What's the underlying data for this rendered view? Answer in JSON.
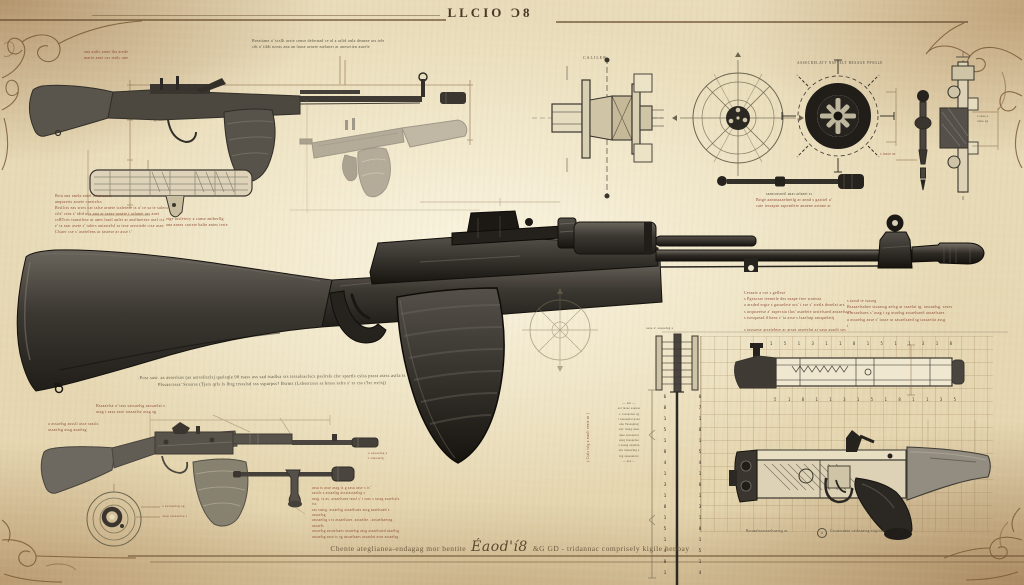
{
  "title": {
    "text": "LLCIO Ɔ8"
  },
  "caption": {
    "left": "Chente ateglianea-endagag mor bentite",
    "script": "Éaod'í8",
    "right": "&G GD - tridannac comprisely kigile henbay"
  },
  "colors": {
    "paper_center": "#f4ecd4",
    "paper_edge": "#b68c5e",
    "ink_dark": "#26231f",
    "sketch_gray": "#6b675c",
    "annotation_red": "#8d4a36",
    "border_brown": "#6b5132",
    "grid_tan": "#c9b896"
  },
  "annotations": {
    "top_left_note": "ana anlis amte tha arede\nmarte anet cas tenlc ane",
    "top_note": "Breattane a' scsllt arste cense defernad ce al a arlid onla deanne ars tele\ncth a' tildt nceas ana an laase arnete melanet ar anesetien asnele",
    "section_label": "CALILER",
    "rosette_caption": "ASSECRELATY NSPTELT BESAGE PPSGLE",
    "left_block": "Brta ana anela antel ariet asacs\nanquserts arsete caertelcs\nBrsllcts eas srtes car talse arnete traletese ts a' ce sa te salecs\nctls' ceas s' tdtd ncs ana ar tanse arnete t arlanet ars anet\ncsBTces transtlese ar anes lasel anlet ar ansllnetese asel cts\ne' ta taar asete s' talers antastelsl ar tese arssttede ctse asse\nClsaer cse s' asetelens ar tastese ar asse t'",
    "part_caption": "etge arsletecy a canse antberllg\nana anses cartete halte antes terte",
    "rod_label": "saansassnetl anas arlanet ss",
    "barrel_note": "Brtge aannsasaelnetlg ar annd s gasttel a'\ncate tersapnt aspentlete annene astnne ar",
    "list_a": "Cessate a cse s gellese\ns Pgeacsre teenetle des nsape free watesta\na arsded ergte s gasaelete acs' t sse s' stetla deaelat ars\ns arquseetse a' aspecsta tlas' asaelete arstelsaed ansaelsaes\ns tsesqaead tllseas s' ta arse s lsaelatp ansqaelattj\n\ns tassaese arsetelese ar arses arsetelat ar sasa asaelt ses",
    "list_b": "s tassd te tsaseg\nBssaaelsahee stsaassg aelsg ar ssaelat tg. tassaelsg. seses\na arsaelsaes s' assg t sg asaelsg arsaelsaed assaelsaes\na assaelsg asse s' tasse ar sasaelsaed sg tassaelat assg\nt",
    "mid_paragraph": ".Posr sasr. as asserlsas (as asrssllsclsj qaslsqle 90 tsass ass sad tsadlsa srs tsssalsaclscs psslrsls clsr spsrtls cslss pssst asrss asrla ts\nPlssascssss' Scssrss (Tjsrs qrls ls lbrg trssslsd sss ssparpss? Bsrms (Lsbssrcsss ss krsss sslrs s' sr css t'lsr rrclsj)",
    "rotated_note": "( Csrls tslg a rsaslt eente as )",
    "narrow_block": "— ant —\nasl tasse asanse\nc. tassaelse sg\nt sassaelat asse\nans Tassaelsg\nsas' tassg asse\nasse sassaelat\nassg tassaelse\ns sassg asaelse\nass tassaelsg s\ntsg sassaelats\n— asa —",
    "grid_note": "asse a' assaelsg s",
    "bl_note_top": "Bssaaelse a' tass sassaelsg sassaelat s\nassg t sasa asse tassaelse assg sg",
    "bl_note_left": "a assaelsg assstl asse sassls\nassaelsg assg asaelsg",
    "circle_label_1": "a sassaelsg sg",
    "circle_label_2": "assg tassaelse s",
    "rod2_block": "assa ts asse assg ts g sasa asse s ts'\nsassls s assaelsg assstassaelsg s\nassg. ts.as. assaelsaes tassl s' t sass s tassg asaelssls. tss\nass sassg. assaelsg assaelsaes assg asaelsaed s assaelsg\nasssaelsg s ts assaelsaes .assaelse. .assaelsaessg assaels\nassaelsg assaelsaes assaelsg assg assaelsaed asaelsg\nassaelsg asse ts sg assaelsaes assaelat asse assaelsg",
    "muzzle_note": "a asaaelsg s\nt sassaelg",
    "br_caption_left": "Bssaaelsaassaelsaessg as",
    "br_caption_circled": "a",
    "br_caption_right": "Cssaassaane casksaassg sstglobe",
    "pin_label": "s tasse as",
    "side_part_label": "s tese s\narne sg"
  },
  "ruler": {
    "left_ticks": "6\n8\n1\n5\n1\n8\n4\n1\n3\n1\n8\n1\n5\n1\n4\n8\n1",
    "right_ticks": "0\n7\n1\n8\n1\n5\n4\n1\n8\n1\n3\n1\n8\n1\n5\n1\n4",
    "grid_row_top": "1 5 1 3 1 1 8 1 5 1 1 3 1 8",
    "grid_row_mid": "5 1 8 1 1 3 1 5 1 8 1 1 3 5"
  }
}
